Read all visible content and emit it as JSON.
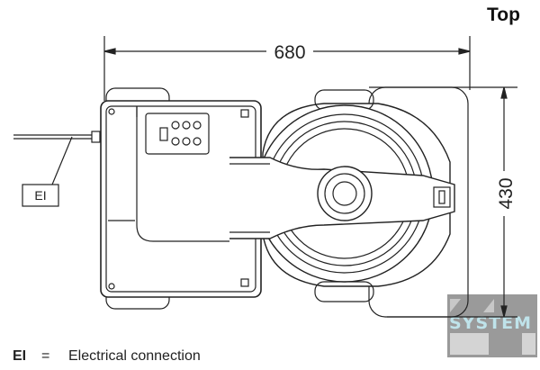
{
  "view_label": "Top",
  "dimensions": {
    "width": "680",
    "depth": "430"
  },
  "callout": "EI",
  "legend": {
    "abbr": "EI",
    "equals": "=",
    "text": "Electrical connection"
  },
  "watermark": "SYSTEM"
}
